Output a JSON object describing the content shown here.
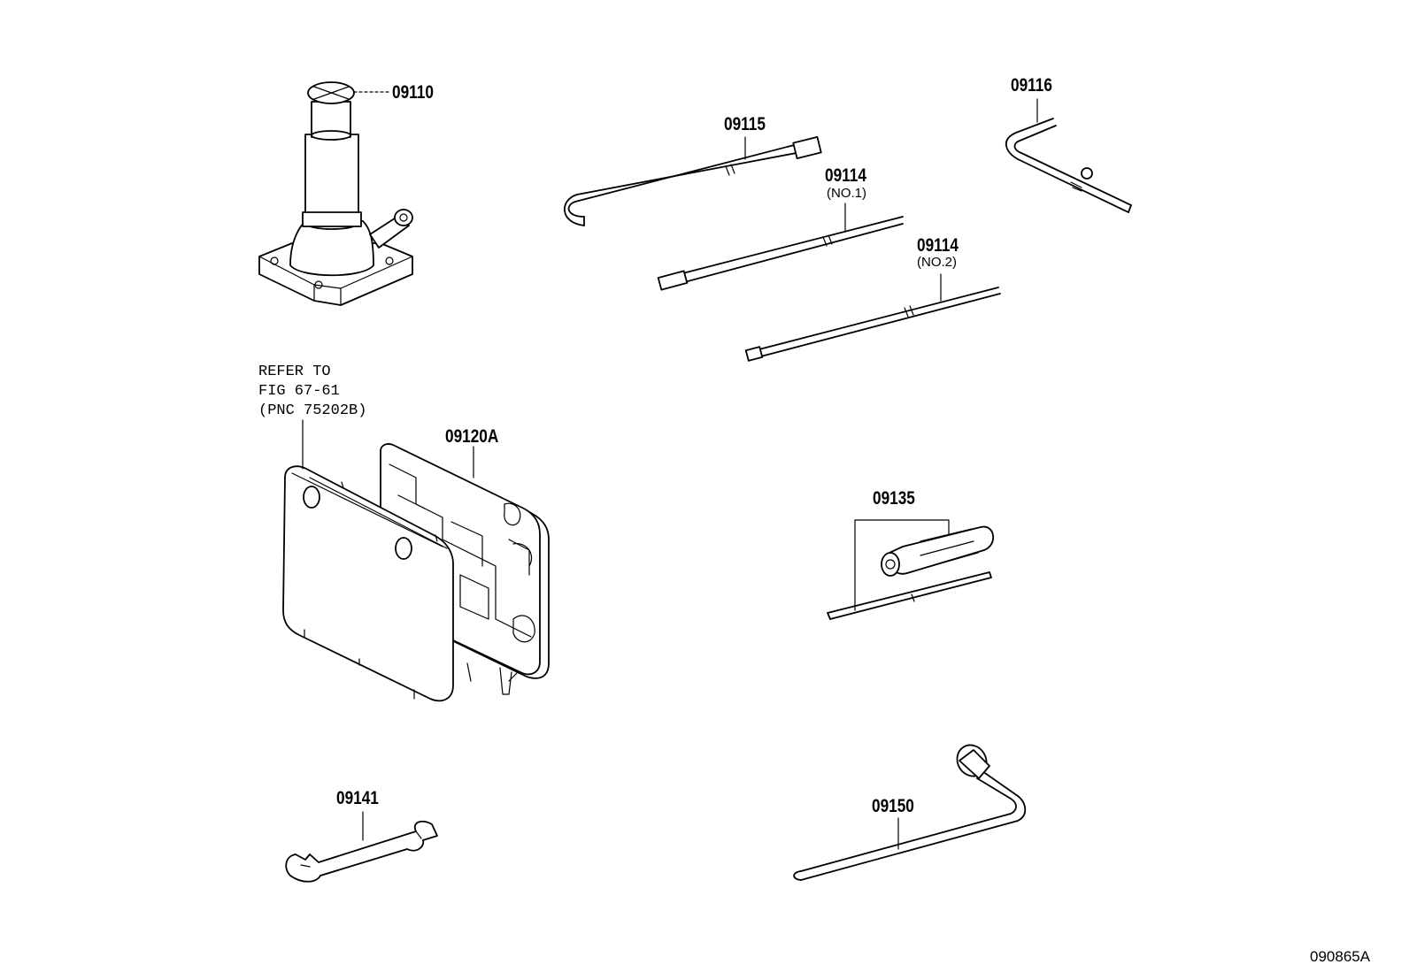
{
  "parts": {
    "jack": "09110",
    "jack_handle": "09115",
    "jack_handle_ext_no1": "09114",
    "jack_handle_ext_no1_note": "(NO.1)",
    "jack_handle_ext_no2": "09114",
    "jack_handle_ext_no2_note": "(NO.2)",
    "handle_bar": "09116",
    "tool_tray": "09120A",
    "screwdriver": "09135",
    "wrench": "09141",
    "hub_nut_wrench": "09150"
  },
  "note": {
    "line1": "REFER TO",
    "line2": "FIG 67-61",
    "line3": "(PNC 75202B)"
  },
  "figure_id": "090865A"
}
